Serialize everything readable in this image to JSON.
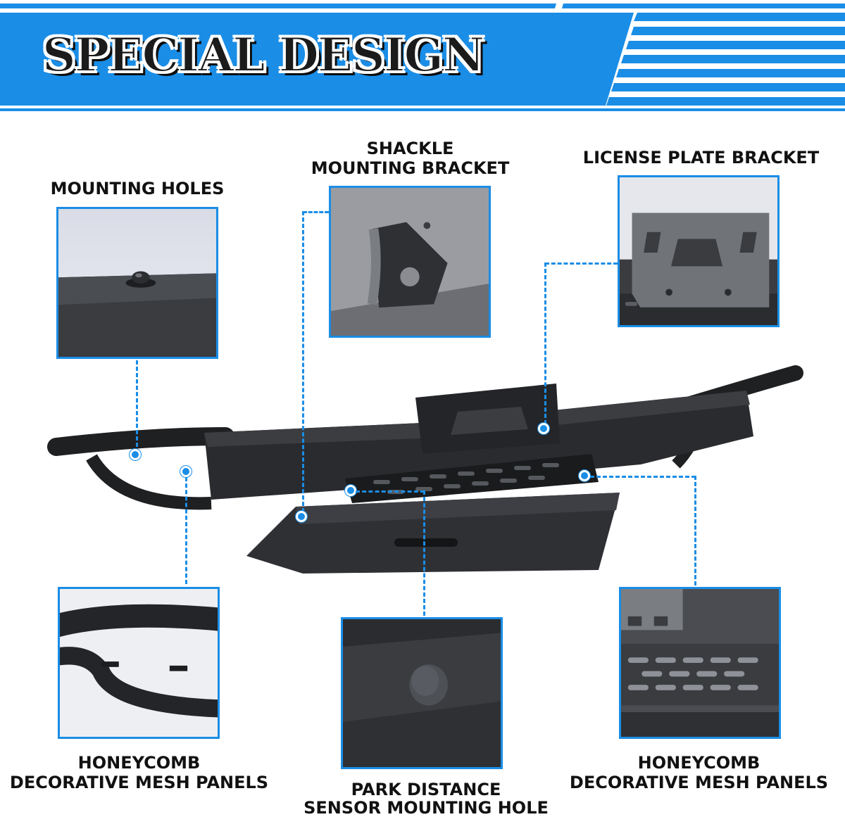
{
  "header": {
    "title": "SPECIAL DESIGN"
  },
  "features": {
    "mounting_holes": "MOUNTING HOLES",
    "shackle_line1": "SHACKLE",
    "shackle_line2": "MOUNTING BRACKET",
    "license_plate": "LICENSE PLATE BRACKET",
    "mesh_left_line1": "HONEYCOMB",
    "mesh_left_line2": "DECORATIVE MESH PANELS",
    "sensor_line1": "PARK DISTANCE",
    "sensor_line2": "SENSOR MOUNTING HOLE",
    "mesh_right_line1": "HONEYCOMB",
    "mesh_right_line2": "DECORATIVE MESH PANELS"
  },
  "colors": {
    "accent": "#1a8de6",
    "steel": "#2b2d31"
  }
}
